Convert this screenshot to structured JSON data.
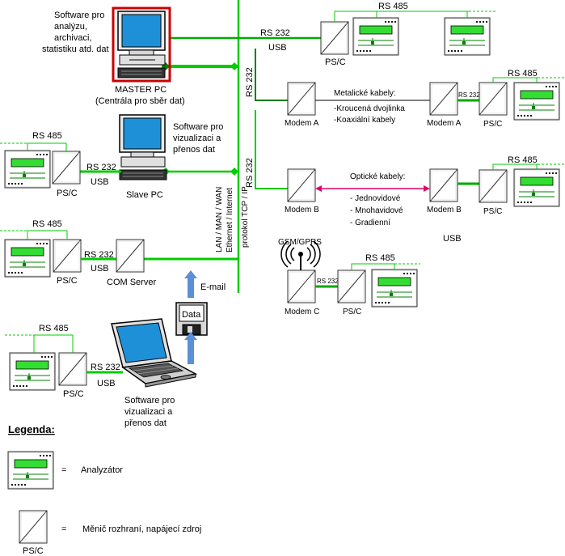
{
  "master_pc": {
    "name": "MASTER PC",
    "subtitle": "(Centrála pro sběr dat)",
    "software_lines": [
      "Software pro",
      "analýzu,",
      "archivaci,",
      "statistiku atd. dat"
    ]
  },
  "slave_pc": {
    "name": "Slave PC",
    "software_lines": [
      "Software pro",
      "vizualizaci a",
      "přenos dat"
    ]
  },
  "laptop": {
    "software_lines": [
      "Software pro",
      "vizualizaci a",
      "přenos dat"
    ]
  },
  "network": {
    "line1": "LAN / MAN / WAN",
    "line2": "Ethernet / Internet",
    "line3": "protokol TCP / IP"
  },
  "labels": {
    "rs232": "RS 232",
    "rs485": "RS 485",
    "usb": "USB",
    "psc": "PS/C",
    "modem_a": "Modem A",
    "modem_b": "Modem B",
    "modem_c": "Modem C",
    "com_server": "COM Server",
    "gsm": "GSM/GPRS",
    "email": "E-mail",
    "data": "Data"
  },
  "metal": {
    "title": "Metalické kabely:",
    "items": [
      "-Kroucená dvojlinka",
      "-Koaxiální kabely"
    ]
  },
  "optical": {
    "title": "Optické kabely:",
    "items": [
      "- Jednovidové",
      "- Mnohavidové",
      "- Gradienní"
    ]
  },
  "legend": {
    "title": "Legenda:",
    "analyzer": "Analyzátor",
    "converter": "Měnič rozhraní, napájecí zdroj",
    "eq": "="
  },
  "colors": {
    "green": "#00cc00",
    "dark_green": "#008000",
    "red_frame": "#cc0000",
    "monitor_screen": "#1e90d8",
    "analyzer_screen": "#33dd33",
    "arrow_blue": "#5b8fd6",
    "optical_pink": "#e0006a"
  }
}
